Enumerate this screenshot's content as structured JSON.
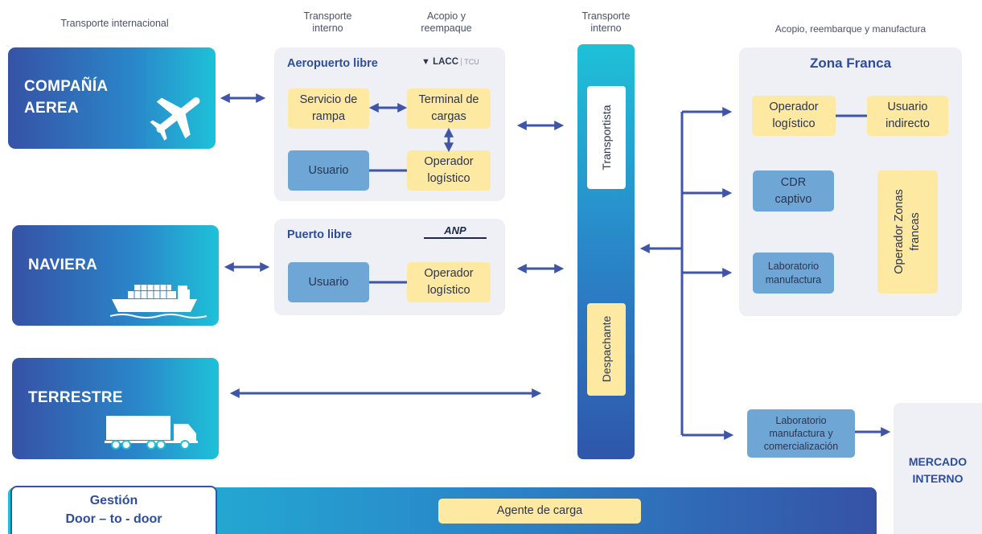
{
  "headers": {
    "international": "Transporte internacional",
    "internal_left": "Transporte\ninterno",
    "consolidation": "Acopio y\nreempaque",
    "internal_right": "Transporte\ninterno",
    "free_zone_col": "Acopio, reembarque y manufactura"
  },
  "carriers": {
    "air": "COMPAÑÍA\nAEREA",
    "sea": "NAVIERA",
    "land": "TERRESTRE"
  },
  "airport": {
    "title": "Aeropuerto libre",
    "logo_text": "LACC",
    "logo_sub": "TCU",
    "ramp": "Servicio de\nrampa",
    "terminal": "Terminal de\ncargas",
    "user": "Usuario",
    "operator": "Operador\nlogístico"
  },
  "port": {
    "title": "Puerto libre",
    "logo_text": "ANP",
    "user": "Usuario",
    "operator": "Operador\nlogístico"
  },
  "bar": {
    "carrier": "Transportista",
    "broker": "Despachante"
  },
  "free_zone": {
    "title": "Zona Franca",
    "operator": "Operador\nlogístico",
    "indirect_user": "Usuario\nindirecto",
    "cdr": "CDR\ncaptivo",
    "lab": "Laboratorio\nmanufactura",
    "fz_operator": "Operador Zonas\nfrancas"
  },
  "lab_trade": "Laboratorio\nmanufactura y\ncomercialización",
  "market": "MERCADO\nINTERNO",
  "management": "Gestión\nDoor – to - door",
  "cargo_agent": "Agente de carga",
  "colors": {
    "arrow": "#3f55a8",
    "yellow": "#fde9a2",
    "blue_box": "#6ea6d6",
    "group_bg": "#eef0f5",
    "title_blue": "#2e4da0"
  }
}
